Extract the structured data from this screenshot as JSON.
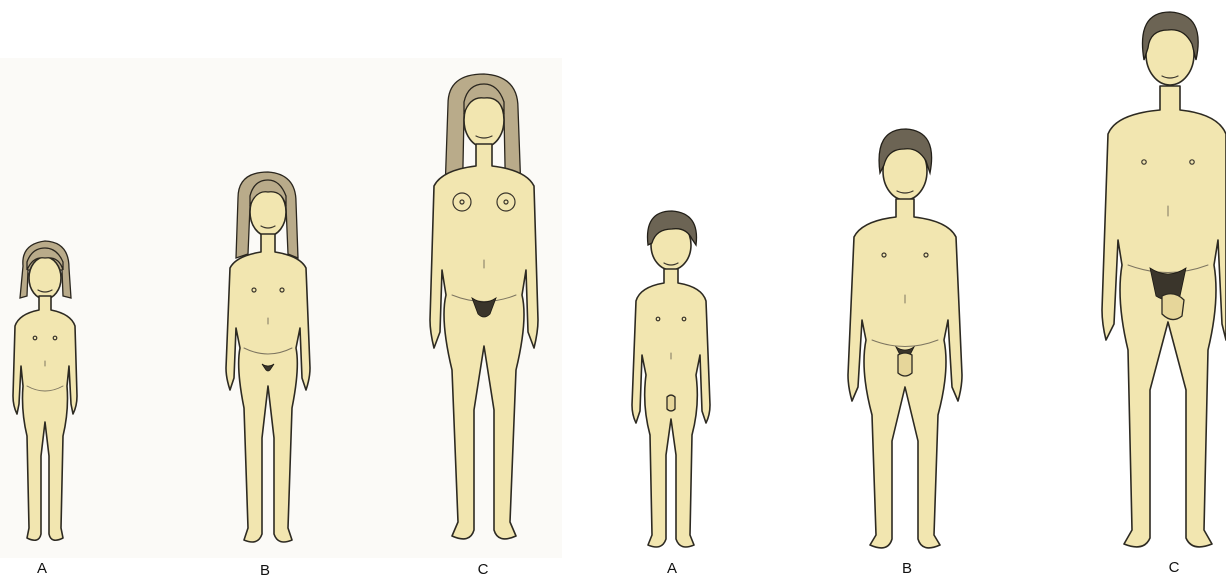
{
  "female_series": {
    "stages": [
      {
        "label": "A"
      },
      {
        "label": "B"
      },
      {
        "label": "C"
      }
    ]
  },
  "male_series": {
    "stages": [
      {
        "label": "A"
      },
      {
        "label": "B"
      },
      {
        "label": "C"
      }
    ]
  },
  "colors": {
    "skin": "#f2e6b0",
    "outline": "#2d2a22",
    "female_hair": "#b9ab8a",
    "male_hair": "#6c6454",
    "background": "#ffffff"
  }
}
